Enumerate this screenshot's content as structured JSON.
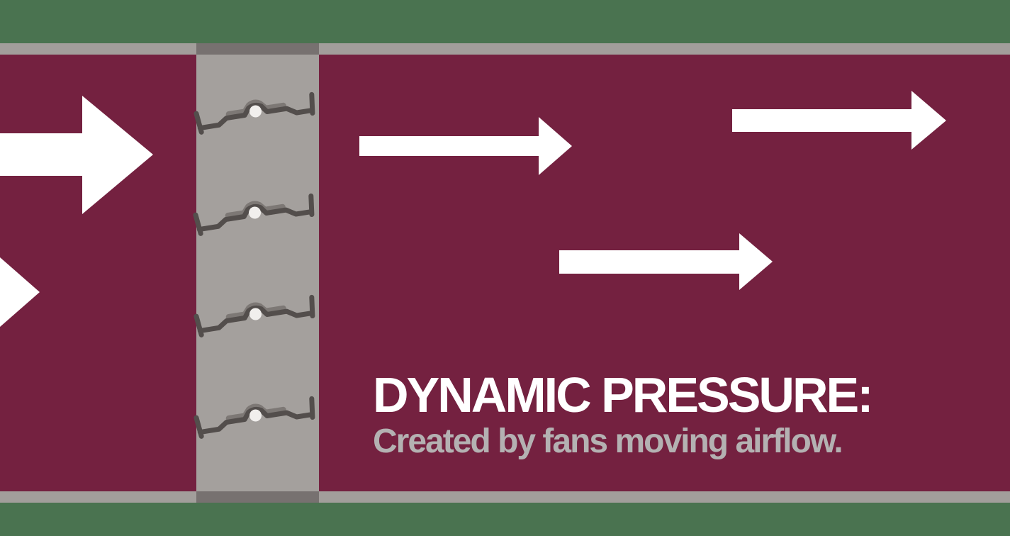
{
  "scene": {
    "title": "DYNAMIC PRESSURE:",
    "subtitle": "Created by fans moving airflow.",
    "airflow_arrow_count": 5,
    "damper_blade_count": 4,
    "colors": {
      "duct_maroon": "#742140",
      "wall_green": "#4a7350",
      "duct_border_gray": "#a29e9b",
      "fan_column_gray": "#a4a09d",
      "fan_column_cap_gray": "#777170",
      "blade_frame_dark": "#534e4c",
      "blade_plate_light": "#7d7875",
      "blade_hub_white": "#f1efed",
      "arrow_white": "#ffffff",
      "title_color": "#ffffff",
      "subtitle_color": "#b4b1b2"
    }
  }
}
